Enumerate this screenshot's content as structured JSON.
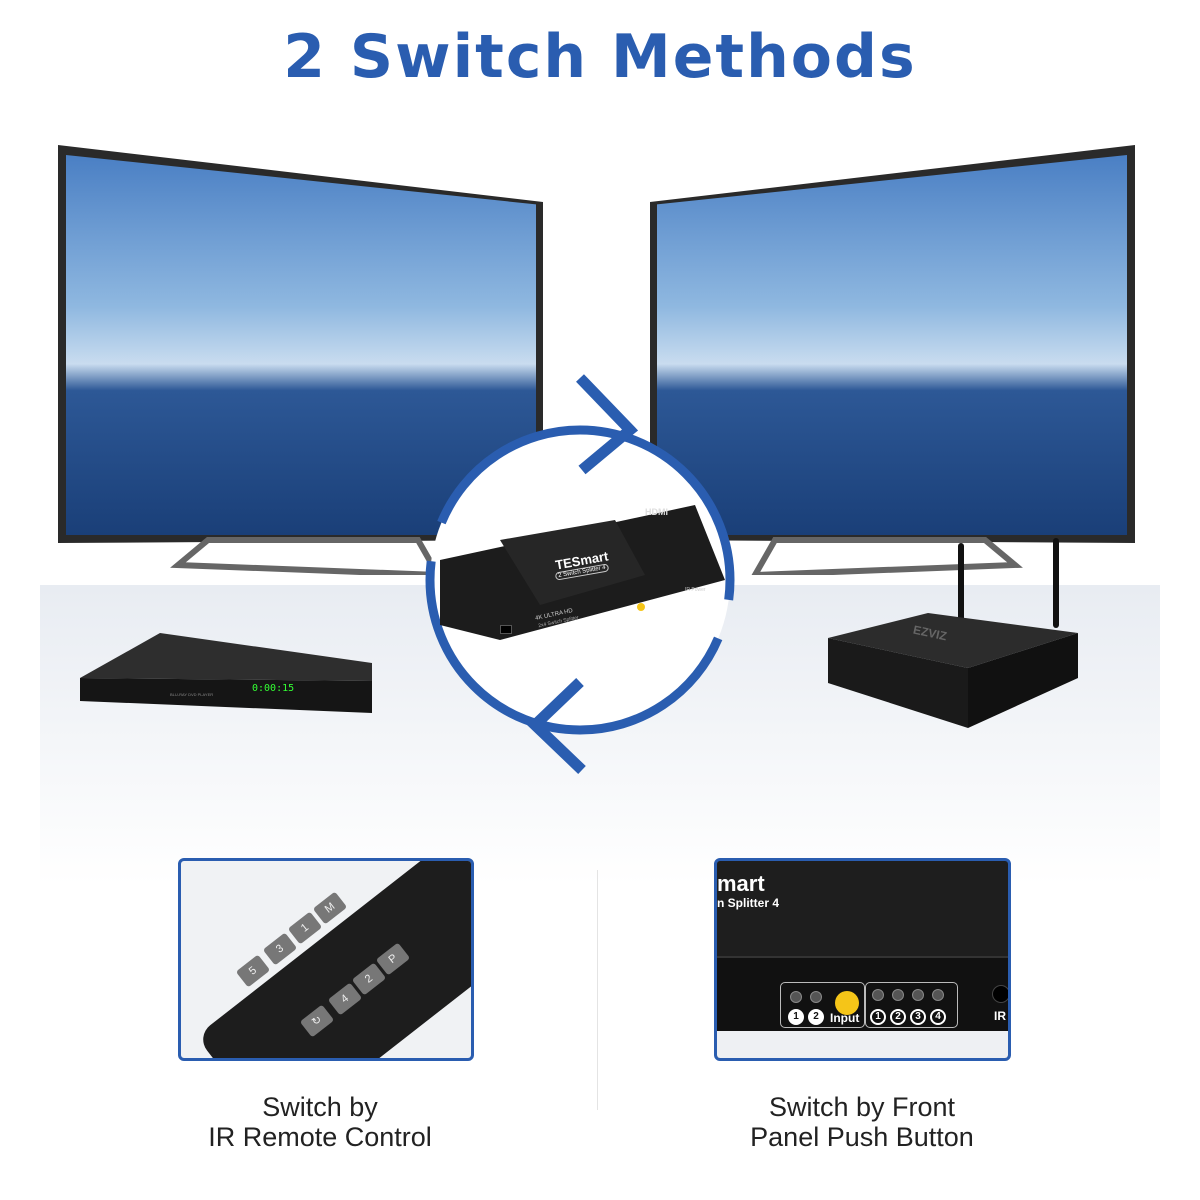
{
  "title": "2 Switch Methods",
  "device": {
    "brand": "TESmart",
    "model": "2 Switch Splitter 4",
    "hdmi": "HDMI",
    "resolution": "4K ULTRA HD",
    "subtitle": "2x4 Switch Splitter",
    "ports": "IR Power"
  },
  "dvd": {
    "display": "0:00:15",
    "label": "BLU-RAY DVD PLAYER"
  },
  "router": {
    "brand": "EZVIZ"
  },
  "methods": [
    {
      "label_line1": "Switch by",
      "label_line2": "IR Remote Control",
      "remote_buttons": [
        "M",
        "1",
        "3",
        "5",
        "P",
        "2",
        "4",
        "↻"
      ]
    },
    {
      "label_line1": "Switch by Front",
      "label_line2": "Panel Push Button",
      "brand_fragment": "mart",
      "model_fragment": "n Splitter 4",
      "input_numbers": [
        "1",
        "2"
      ],
      "input_button": "Input",
      "output_numbers": [
        "1",
        "2",
        "3",
        "4"
      ],
      "ir_label": "IR"
    }
  ],
  "colors": {
    "accent": "#2a5db0",
    "button": "#f5c518"
  }
}
